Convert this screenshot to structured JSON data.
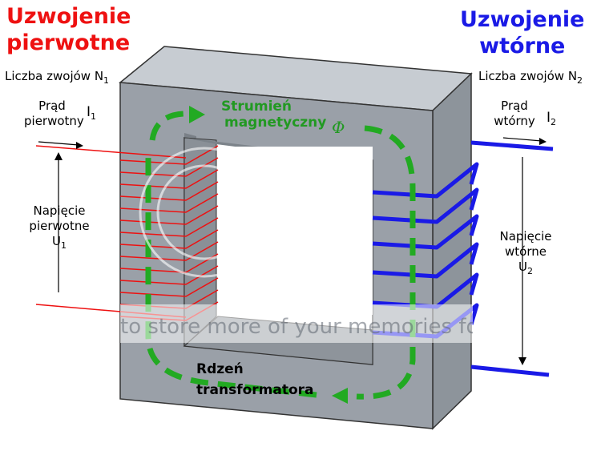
{
  "primary": {
    "title_line1": "Uzwojenie",
    "title_line2": "pierwotne",
    "turns_label": "Liczba zwojów N",
    "turns_sub": "1",
    "current_label_line1": "Prąd",
    "current_label_line2": "pierwotny",
    "current_symbol": "I",
    "current_sub": "1",
    "voltage_line1": "Napięcie",
    "voltage_line2": "pierwotne",
    "voltage_symbol": "U",
    "voltage_sub": "1",
    "color": "#ee1111"
  },
  "secondary": {
    "title_line1": "Uzwojenie",
    "title_line2": "wtórne",
    "turns_label": "Liczba zwojów N",
    "turns_sub": "2",
    "current_label_line1": "Prąd",
    "current_label_line2": "wtórny",
    "current_symbol": "I",
    "current_sub": "2",
    "voltage_line1": "Napięcie",
    "voltage_line2": "wtórne",
    "voltage_symbol": "U",
    "voltage_sub": "2",
    "color": "#1a1ae6"
  },
  "flux": {
    "label_line1": "Strumień",
    "label_line2": "magnetyczny",
    "symbol": "Φ",
    "color": "#229922"
  },
  "core": {
    "label_line1": "Rdzeń",
    "label_line2": "transformatora",
    "color": "#9aa0a8"
  },
  "watermark": {
    "text": "to store more of your memories for"
  }
}
